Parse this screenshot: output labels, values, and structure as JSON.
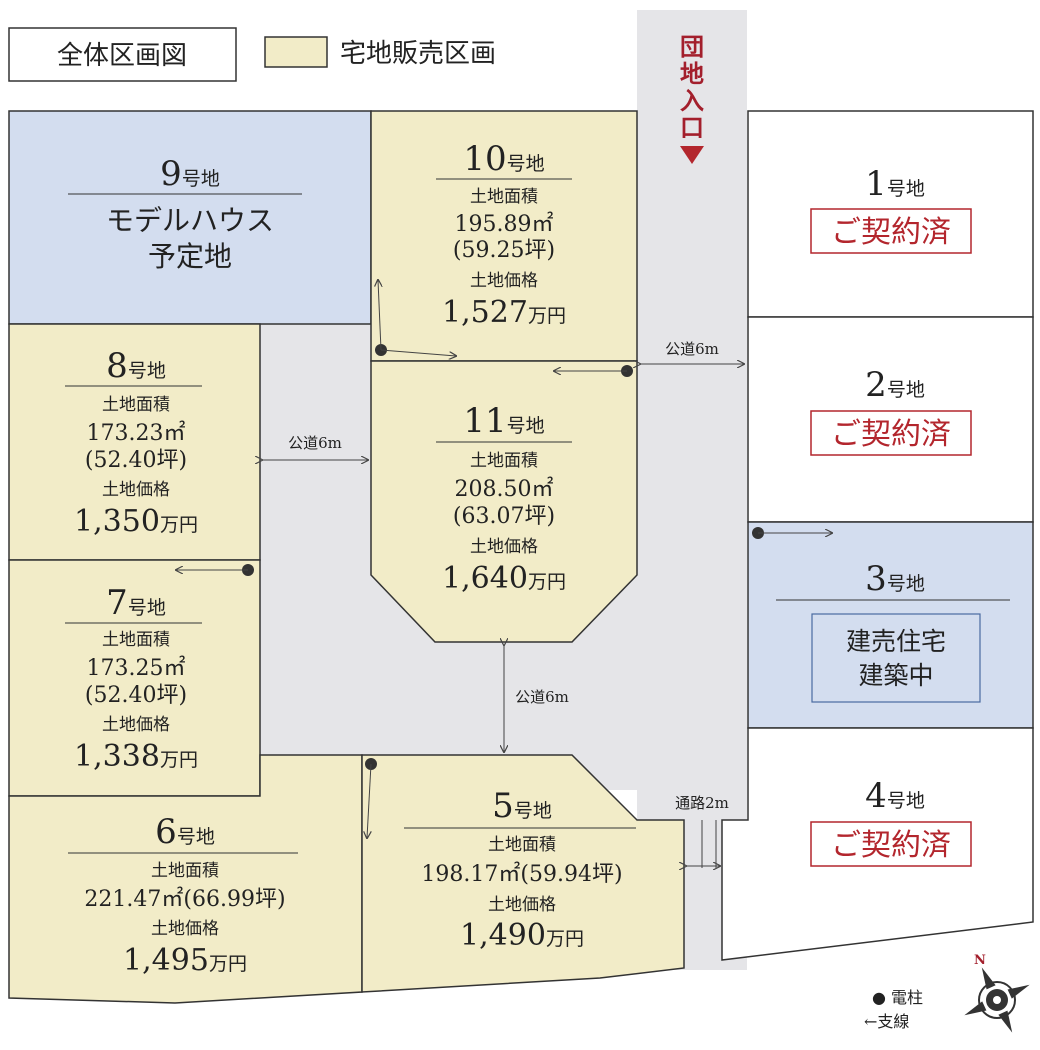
{
  "legend": {
    "title": "全体区画図",
    "sale_label": "宅地販売区画",
    "pole_label": "● 電柱",
    "guy_label": "←支線"
  },
  "entrance": {
    "label": [
      "団",
      "地",
      "入",
      "口"
    ]
  },
  "compass": {
    "north": "N"
  },
  "roads": {
    "r1": "公道6m",
    "r2": "公道6m",
    "r3": "公道6m",
    "passage": "通路2m"
  },
  "lots": {
    "l1": {
      "no": "1",
      "suffix": "号地",
      "status": "ご契約済"
    },
    "l2": {
      "no": "2",
      "suffix": "号地",
      "status": "ご契約済"
    },
    "l3": {
      "no": "3",
      "suffix": "号地",
      "status1": "建売住宅",
      "status2": "建築中"
    },
    "l4": {
      "no": "4",
      "suffix": "号地",
      "status": "ご契約済"
    },
    "l5": {
      "no": "5",
      "suffix": "号地",
      "area_label": "土地面積",
      "area": "198.17㎡(59.94坪)",
      "price_label": "土地価格",
      "price": "1,490",
      "unit": "万円"
    },
    "l6": {
      "no": "6",
      "suffix": "号地",
      "area_label": "土地面積",
      "area": "221.47㎡(66.99坪)",
      "price_label": "土地価格",
      "price": "1,495",
      "unit": "万円"
    },
    "l7": {
      "no": "7",
      "suffix": "号地",
      "area_label": "土地面積",
      "area": "173.25㎡",
      "tsubo": "(52.40坪)",
      "price_label": "土地価格",
      "price": "1,338",
      "unit": "万円"
    },
    "l8": {
      "no": "8",
      "suffix": "号地",
      "area_label": "土地面積",
      "area": "173.23㎡",
      "tsubo": "(52.40坪)",
      "price_label": "土地価格",
      "price": "1,350",
      "unit": "万円"
    },
    "l9": {
      "no": "9",
      "suffix": "号地",
      "desc1": "モデルハウス",
      "desc2": "予定地"
    },
    "l10": {
      "no": "10",
      "suffix": "号地",
      "area_label": "土地面積",
      "area": "195.89㎡",
      "tsubo": "(59.25坪)",
      "price_label": "土地価格",
      "price": "1,527",
      "unit": "万円"
    },
    "l11": {
      "no": "11",
      "suffix": "号地",
      "area_label": "土地面積",
      "area": "208.50㎡",
      "tsubo": "(63.07坪)",
      "price_label": "土地価格",
      "price": "1,640",
      "unit": "万円"
    }
  },
  "colors": {
    "sale": "#f2ecc8",
    "model": "#d3ddef",
    "road": "#e5e5e8",
    "sold_text": "#b3262d",
    "entrance_arrow": "#b3262d"
  }
}
